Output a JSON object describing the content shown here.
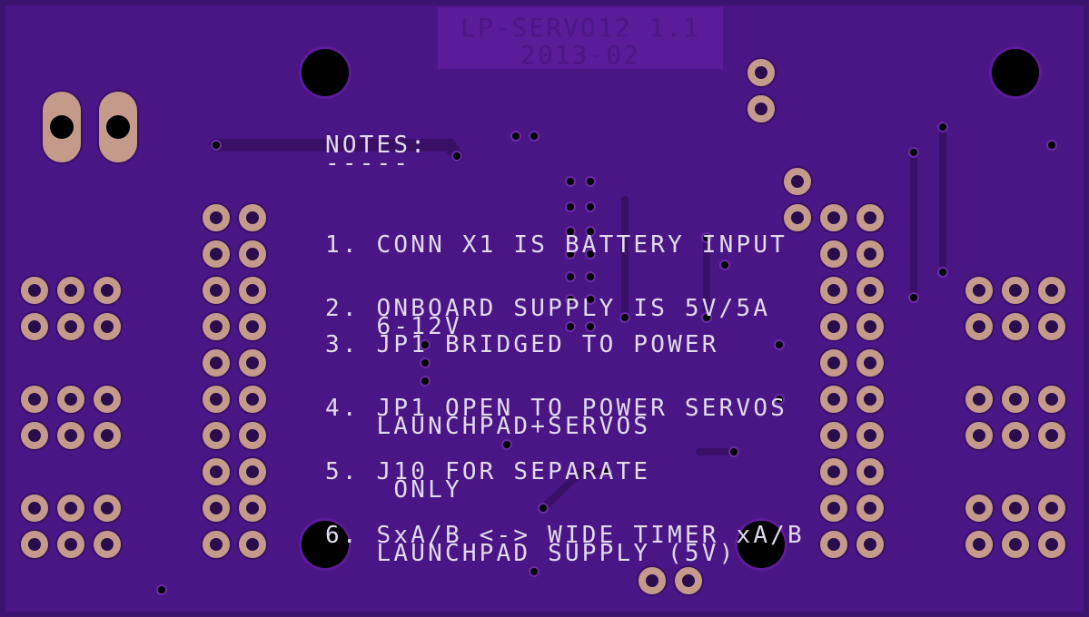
{
  "board": {
    "label_line1": "LP-SERVO12 1.1",
    "label_line2": "2013-02",
    "colors": {
      "soldermask": "#4a1585",
      "silkscreen": "#e2d9ee",
      "copper_pad": "#c49a8a",
      "hole": "#000000"
    }
  },
  "notes": {
    "heading": "NOTES:",
    "underline": "-----",
    "items": [
      {
        "line1": "1. CONN X1 IS BATTERY INPUT",
        "line2": "   6-12V"
      },
      {
        "line1": "2. ONBOARD SUPPLY IS 5V/5A",
        "line2": ""
      },
      {
        "line1": "3. JP1 BRIDGED TO POWER",
        "line2": "   LAUNCHPAD+SERVOS"
      },
      {
        "line1": "4. JP1 OPEN TO POWER SERVOS",
        "line2": "    ONLY"
      },
      {
        "line1": "5. J10 FOR SEPARATE",
        "line2": "   LAUNCHPAD SUPPLY (5V)"
      },
      {
        "line1": "6. SxA/B <-> WIDE TIMER xA/B",
        "line2": ""
      }
    ]
  }
}
